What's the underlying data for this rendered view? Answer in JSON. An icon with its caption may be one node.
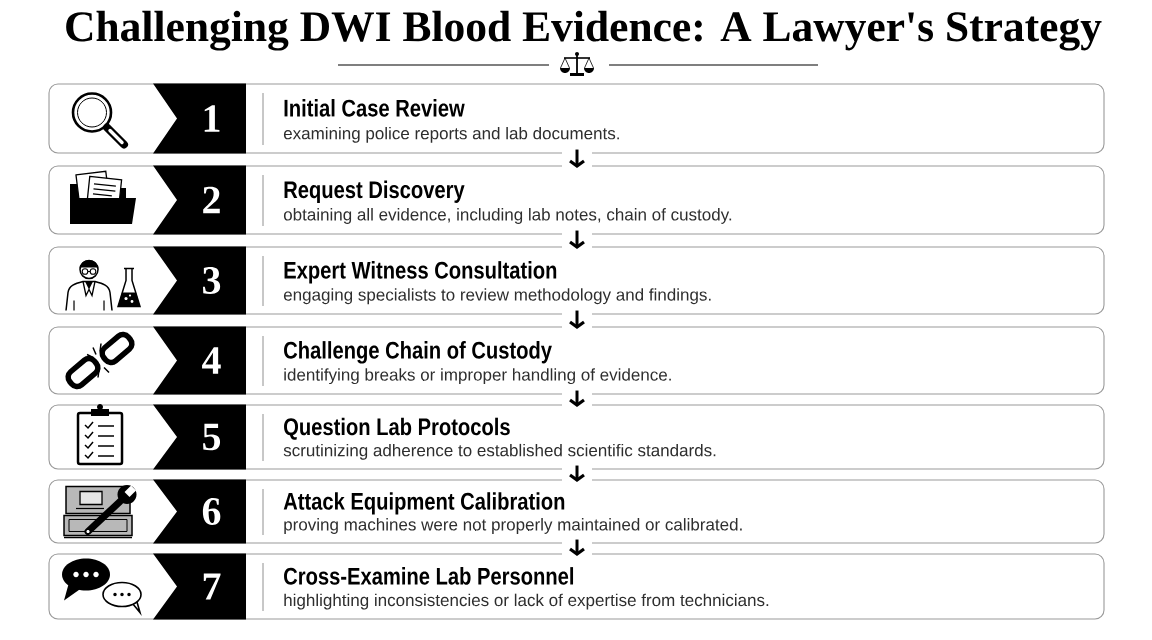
{
  "diagram": {
    "title": "Challenging DWI Blood Evidence: A Lawyer's Strategy",
    "nodes": [
      {
        "text": [
          "Initial Case Review",
          "examining police reports and lab documents."
        ]
      },
      {
        "text": [
          "1"
        ],
        "in": 0
      },
      {
        "text": [
          "Request Discovery",
          "obtaining all evidence, including lab notes, chain of custody."
        ]
      },
      {
        "text": [
          "2"
        ],
        "in": 2
      },
      {
        "text": [
          "Expert Witness Consultation",
          "engaging specialists to review methodology and findings."
        ]
      },
      {
        "text": [
          "3"
        ],
        "in": 4
      },
      {
        "text": [
          "Challenge Chain of Custody",
          "identifying breaks or improper handling of evidence."
        ]
      },
      {
        "text": [
          "4"
        ],
        "in": 6
      },
      {
        "text": [
          "Question Lab Protocols",
          "scrutinizing adherence to established scientific standards."
        ]
      },
      {
        "text": [
          "5"
        ],
        "in": 8
      },
      {
        "text": [
          "Attack Equipment Calibration",
          "proving machines were not properly maintained or calibrated."
        ]
      },
      {
        "text": [
          "6"
        ],
        "in": 10
      },
      {
        "text": [
          "Cross-Examine Lab Personnel",
          "highlighting inconsistencies or lack of expertise from technicians."
        ]
      },
      {
        "text": [
          "7"
        ],
        "in": 12
      }
    ],
    "edges": [
      {
        "from": 0,
        "to": 2,
        "arrow": "to"
      },
      {
        "from": 2,
        "to": 4,
        "arrow": "to"
      },
      {
        "from": 4,
        "to": 6,
        "arrow": "to"
      },
      {
        "from": 6,
        "to": 8,
        "arrow": "to"
      },
      {
        "from": 8,
        "to": 10,
        "arrow": "to"
      },
      {
        "from": 10,
        "to": 12,
        "arrow": "to"
      }
    ]
  }
}
